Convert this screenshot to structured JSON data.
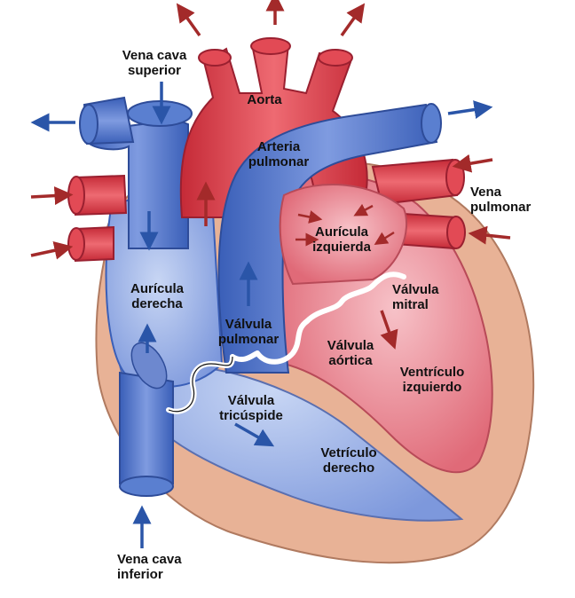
{
  "labels": {
    "vena_cava_superior": [
      "Vena cava",
      "superior"
    ],
    "aorta": [
      "Aorta"
    ],
    "arteria_pulmonar": [
      "Arteria",
      "pulmonar"
    ],
    "vena_pulmonar": [
      "Vena",
      "pulmonar"
    ],
    "auricula_izquierda": [
      "Aurícula",
      "izquierda"
    ],
    "auricula_derecha": [
      "Aurícula",
      "derecha"
    ],
    "valvula_pulmonar": [
      "Válvula",
      "pulmonar"
    ],
    "valvula_mitral": [
      "Válvula",
      "mitral"
    ],
    "valvula_aortica": [
      "Válvula",
      "aórtica"
    ],
    "ventriculo_izquierdo": [
      "Ventrículo",
      "izquierdo"
    ],
    "valvula_tricuspide": [
      "Válvula",
      "tricúspide"
    ],
    "ventriculo_derecho": [
      "Vetrículo",
      "derecho"
    ],
    "vena_cava_inferior": [
      "Vena cava",
      "inferior"
    ]
  },
  "colors": {
    "oxygenated": "#d8323f",
    "deoxygenated": "#4a6fc9",
    "pericardium": "#e8b296",
    "arrow_red": "#a32a2a",
    "arrow_blue": "#2a55a8"
  }
}
